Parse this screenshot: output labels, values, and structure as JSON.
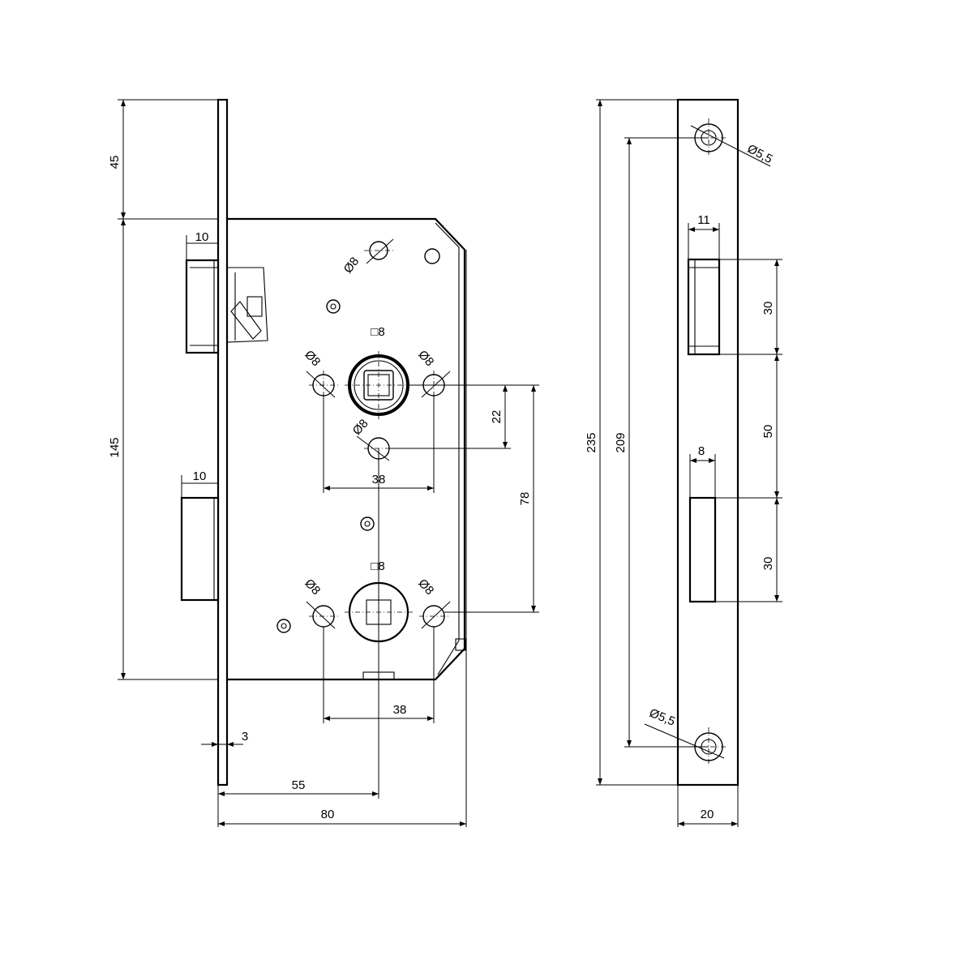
{
  "front_view": {
    "dims": {
      "faceplate_top": "45",
      "body_height": "145",
      "total_depth": "80",
      "backset": "55",
      "faceplate_thickness": "3",
      "latch_projection": "10",
      "bolt_projection": "10",
      "hole_spacing_upper": "38",
      "hole_spacing_lower": "38",
      "hole_drop": "22",
      "follower_spacing": "78"
    },
    "callouts": {
      "mount_hole_top": "Ø8",
      "upper_left_hole": "Ø8",
      "upper_right_hole": "Ø8",
      "upper_lower_hole": "Ø8",
      "lower_left_hole": "Ø8",
      "lower_right_hole": "Ø8",
      "upper_square": "□8",
      "lower_square": "□8"
    }
  },
  "side_view": {
    "dims": {
      "overall_length": "235",
      "screw_spacing": "209",
      "width": "20",
      "latch_width": "11",
      "bolt_width": "8",
      "latch_height": "30",
      "gap": "50",
      "bolt_height": "30"
    },
    "callouts": {
      "screw_top": "Ø5,5",
      "screw_bottom": "Ø5,5"
    }
  }
}
